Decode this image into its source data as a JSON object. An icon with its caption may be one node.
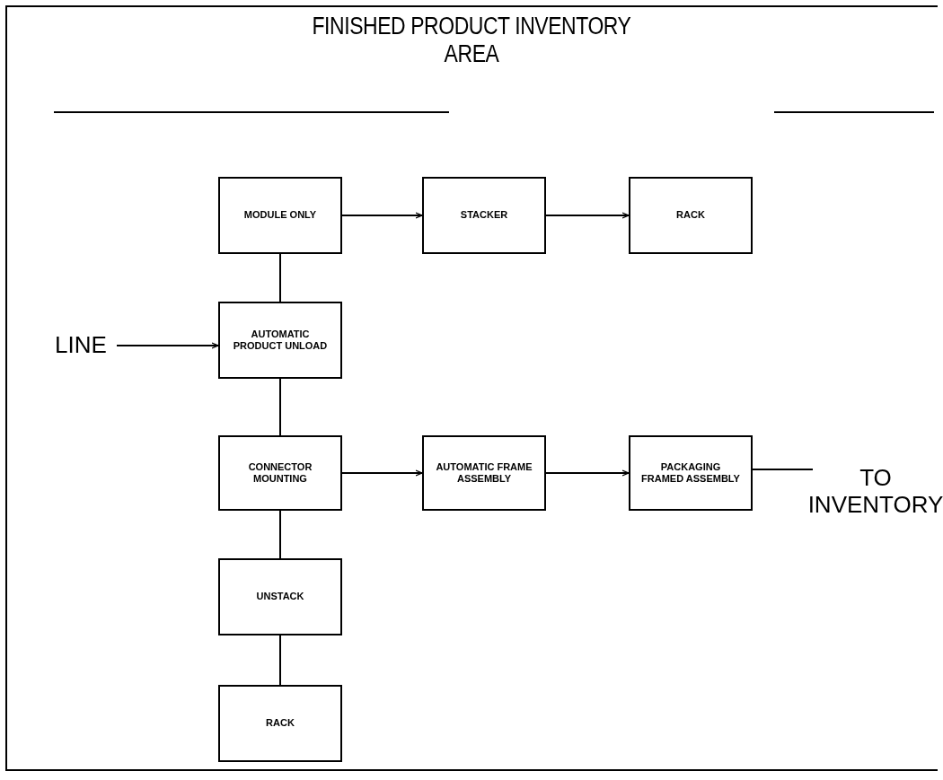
{
  "diagram": {
    "title": "FINISHED PRODUCT INVENTORY AREA",
    "nodes": [
      {
        "text": [
          "MODULE ONLY"
        ]
      },
      {
        "text": [
          "STACKER"
        ]
      },
      {
        "text": [
          "RACK"
        ]
      },
      {
        "text": [
          "LINE"
        ]
      },
      {
        "text": [
          "AUTOMATIC PRODUCT UNLOAD"
        ]
      },
      {
        "text": [
          "CONNECTOR MOUNTING"
        ]
      },
      {
        "text": [
          "AUTOMATIC FRAME ASSEMBLY"
        ]
      },
      {
        "text": [
          "PACKAGING FRAMED ASSEMBLY"
        ]
      },
      {
        "text": [
          "TO INVENTORY"
        ]
      },
      {
        "text": [
          "UNSTACK"
        ]
      },
      {
        "text": [
          "RACK"
        ]
      }
    ],
    "edges": [
      {
        "from": 0,
        "to": 1,
        "arrow": "to"
      },
      {
        "from": 1,
        "to": 2,
        "arrow": "to"
      },
      {
        "from": 0,
        "to": 4,
        "arrow": "none"
      },
      {
        "from": 3,
        "to": 4,
        "arrow": "to"
      },
      {
        "from": 4,
        "to": 5,
        "arrow": "none"
      },
      {
        "from": 5,
        "to": 6,
        "arrow": "to"
      },
      {
        "from": 6,
        "to": 7,
        "arrow": "to"
      },
      {
        "from": 7,
        "to": 8,
        "arrow": "none"
      },
      {
        "from": 5,
        "to": 9,
        "arrow": "none"
      },
      {
        "from": 9,
        "to": 10,
        "arrow": "none"
      }
    ]
  }
}
